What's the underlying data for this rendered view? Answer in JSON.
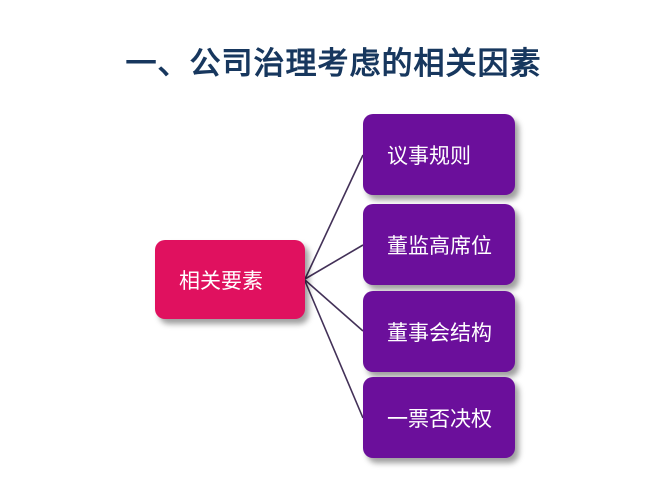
{
  "colors": {
    "bg": "#ffffff",
    "title": "#17375E",
    "root-fill": "#E0115F",
    "child-fill": "#6B0F9B",
    "connector": "#433158"
  },
  "title": {
    "text": "一、公司治理考虑的相关因素"
  },
  "diagram": {
    "root": {
      "label": "相关要素"
    },
    "children": [
      {
        "label": "议事规则"
      },
      {
        "label": "董监高席位"
      },
      {
        "label": "董事会结构"
      },
      {
        "label": "一票否决权"
      }
    ]
  }
}
